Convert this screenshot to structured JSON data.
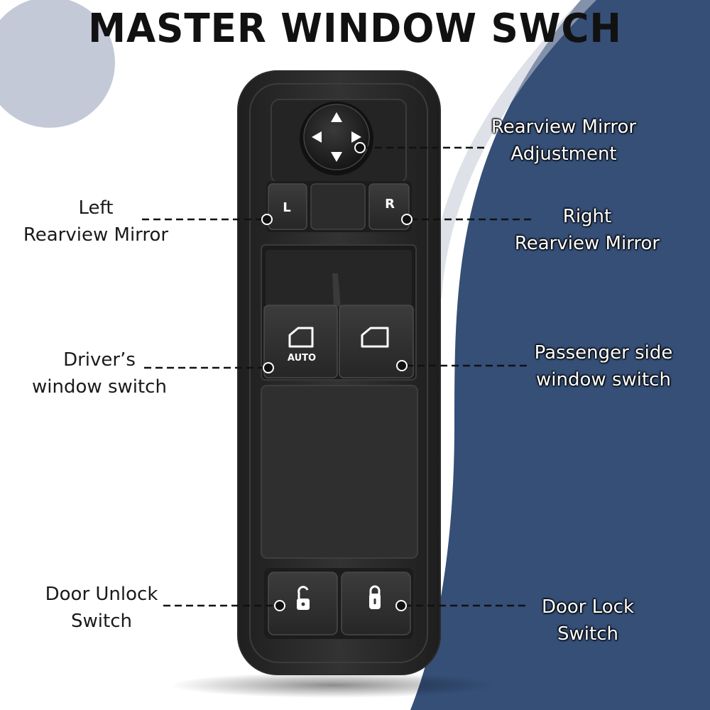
{
  "title": "MASTER WINDOW SWCH",
  "colors": {
    "navy_background": "#354f77",
    "light_circle": "#c4c9d7",
    "panel": "#2b2b2b"
  },
  "switch_labels": {
    "left_mirror": "L",
    "right_mirror": "R",
    "auto": "AUTO"
  },
  "icons": [
    "arrow-up-icon",
    "arrow-down-icon",
    "arrow-left-icon",
    "arrow-right-icon",
    "window-icon",
    "unlock-icon",
    "lock-icon"
  ],
  "callouts": {
    "rearview_mirror_adjustment": {
      "line1": "Rearview Mirror",
      "line2": "Adjustment"
    },
    "left_rearview_mirror": {
      "line1": "Left",
      "line2": "Rearview Mirror"
    },
    "right_rearview_mirror": {
      "line1": "Right",
      "line2": "Rearview Mirror"
    },
    "drivers_window_switch": {
      "line1": "Driver’s",
      "line2": "window switch"
    },
    "passenger_window_switch": {
      "line1": "Passenger side",
      "line2": "window switch"
    },
    "door_unlock_switch": {
      "line1": "Door Unlock",
      "line2": "Switch"
    },
    "door_lock_switch": {
      "line1": "Door Lock",
      "line2": "Switch"
    }
  }
}
